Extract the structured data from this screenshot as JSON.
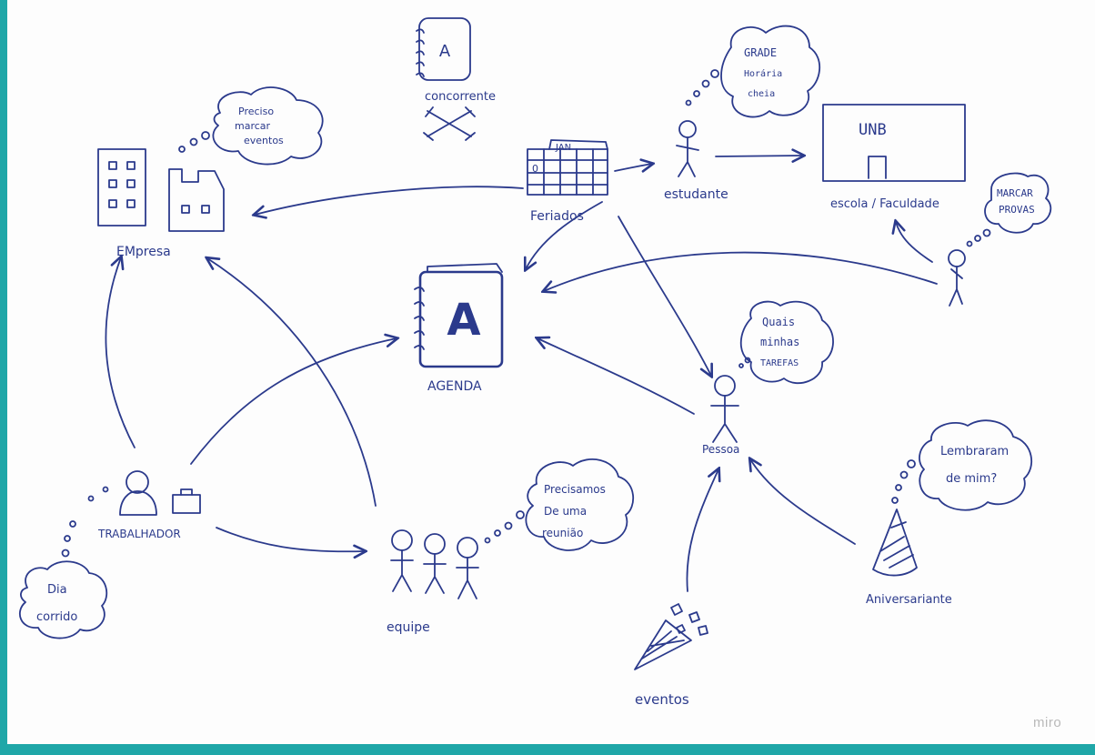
{
  "watermark": "miro",
  "nodes": {
    "agenda": "AGENDA",
    "agenda_letter": "A",
    "competitor_letter": "A",
    "competitor": "concorrente",
    "company": "EMpresa",
    "holidays": "Feriados",
    "calendar_month": "JAN",
    "calendar_cell": "0",
    "student": "estudante",
    "school": "escola / Faculdade",
    "unb": "UNB",
    "worker": "TRABALHADOR",
    "team": "equipe",
    "person": "Pessoa",
    "birthday_person": "Aniversariante",
    "events": "eventos"
  },
  "thoughts": {
    "company": [
      "Preciso",
      "marcar",
      "eventos"
    ],
    "student": [
      "GRADE",
      "Horária",
      "cheia"
    ],
    "school_person": [
      "MARCAR",
      "PROVAS"
    ],
    "person": [
      "Quais",
      "minhas",
      "TAREFAS"
    ],
    "team": [
      "Precisamos",
      "De uma",
      "reunião"
    ],
    "birthday": [
      "Lembraram",
      "de mim?"
    ],
    "worker": [
      "Dia",
      "corrido"
    ]
  },
  "colors": {
    "ink": "#2b3a8c",
    "border": "#1fa7a8",
    "paper": "#fdfdfd",
    "watermark": "#b9b9b9"
  }
}
